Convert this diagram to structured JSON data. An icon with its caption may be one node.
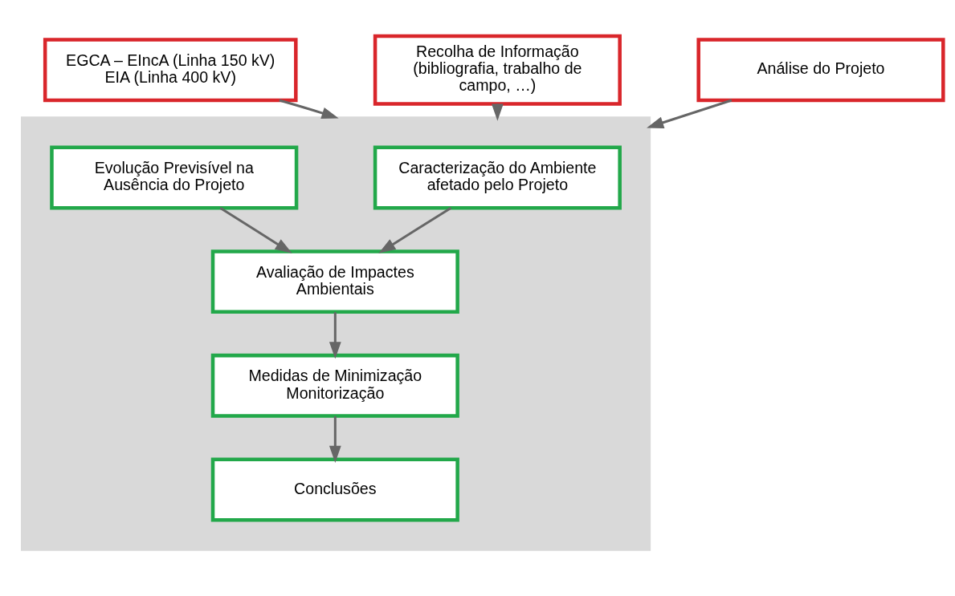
{
  "diagram": {
    "nodes": [
      {
        "text": [
          "EGCA – EIncA (Linha 150 kV)",
          "EIA (Linha 400 kV)"
        ]
      },
      {
        "text": [
          "Recolha de Informação (bibliografia, trabalho de campo, …)"
        ]
      },
      {
        "text": [
          "Análise do Projeto"
        ]
      },
      {
        "text": [],
        "shape": "box"
      },
      {
        "text": [
          "Caracterização do Ambiente afetado pelo Projeto"
        ],
        "in": 3
      },
      {
        "text": [
          "Evolução Previsível na Ausência do Projeto"
        ],
        "in": 3
      },
      {
        "text": [
          "Avaliação de Impactes Ambientais"
        ],
        "in": 3
      },
      {
        "text": [
          "Medidas de Minimização Monitorização"
        ],
        "in": 3
      },
      {
        "text": [
          "Conclusões"
        ],
        "in": 3
      }
    ],
    "edges": [
      {
        "from": 0,
        "to": 3,
        "arrow": "to"
      },
      {
        "from": 1,
        "to": 3,
        "arrow": "to"
      },
      {
        "from": 2,
        "to": 3,
        "arrow": "to"
      },
      {
        "from": 4,
        "to": 6,
        "arrow": "to"
      },
      {
        "from": 5,
        "to": 6,
        "arrow": "to"
      },
      {
        "from": 6,
        "to": 7,
        "arrow": "to"
      },
      {
        "from": 7,
        "to": 8,
        "arrow": "to"
      }
    ]
  }
}
